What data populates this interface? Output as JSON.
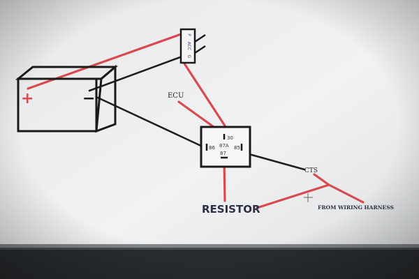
{
  "diagram": {
    "battery": {
      "positive_sign": "+",
      "negative_sign": "−"
    },
    "ignition_switch": {
      "terminal_p": "P",
      "terminal_acc": "ACC",
      "terminal_g": "G"
    },
    "relay": {
      "pin_30": "30",
      "pin_86": "86",
      "pin_87a": "87A",
      "pin_85": "85",
      "pin_87": "87"
    },
    "labels": {
      "ecu": "ECU",
      "cts": "CTS",
      "resistor": "RESISTOR",
      "from_wiring_harness": "FROM WIRING HARNESS"
    },
    "colors": {
      "wire_red": "#d94a4f",
      "wire_black": "#1f1f1f",
      "screen_bg": "#eceef0"
    }
  }
}
